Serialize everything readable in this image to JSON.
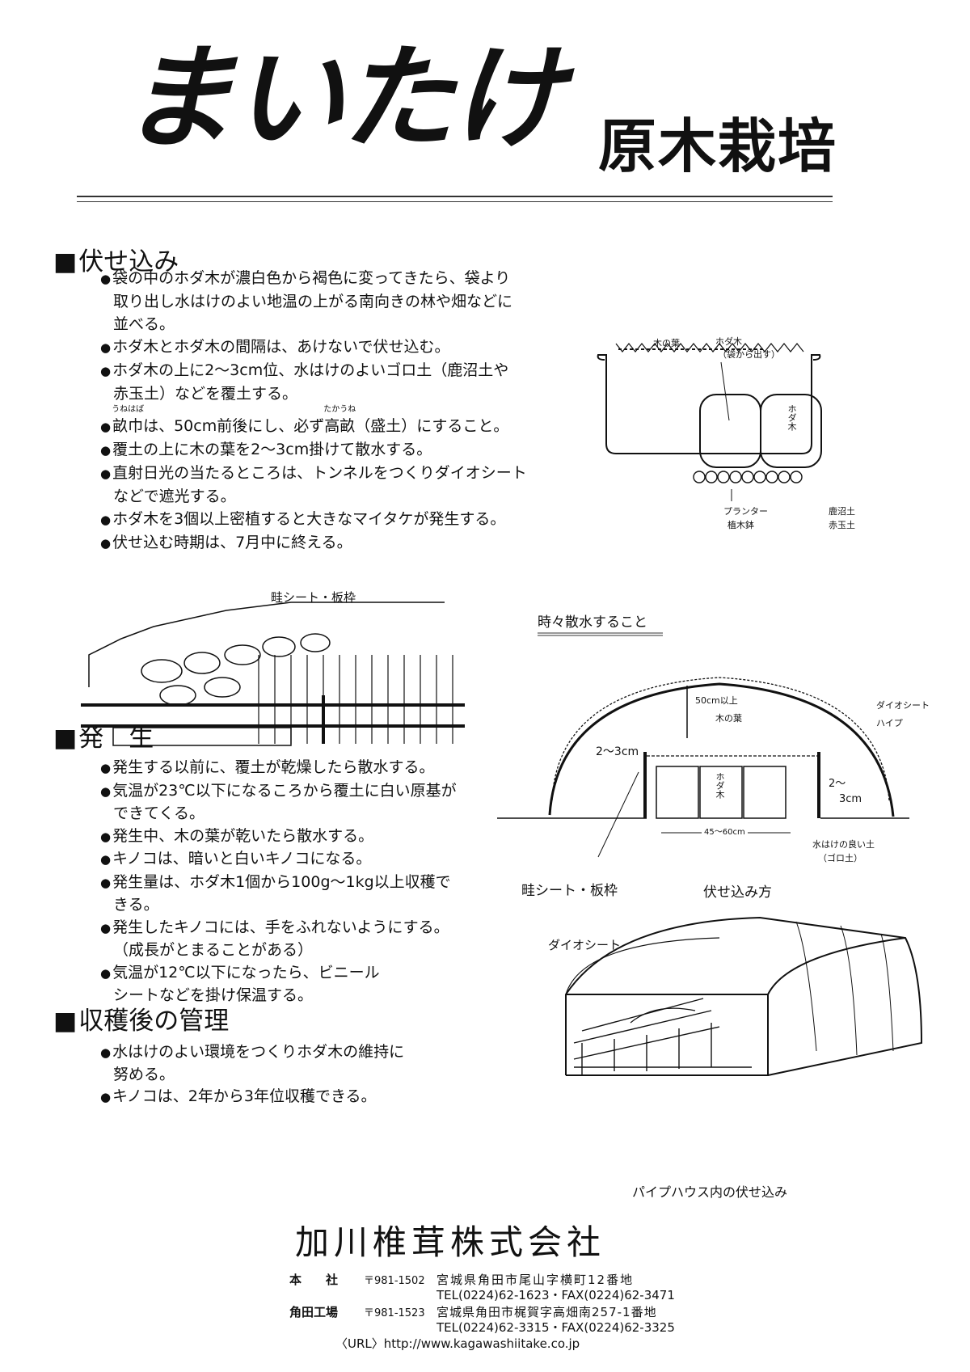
{
  "title": "まいたけ",
  "subtitle": "原木栽培",
  "sections": [
    {
      "heading": "伏せ込み",
      "items": [
        [
          "袋の中のホダ木が濃白色から褐色に変ってきたら、袋より",
          "取り出し水はけのよい地温の上がる南向きの林や畑などに",
          "並べる。"
        ],
        [
          "ホダ木とホダ木の間隔は、あけないで伏せ込む。"
        ],
        [
          "ホダ木の上に2～3cm位、水はけのよいゴロ土（鹿沼土や",
          "赤玉土）などを覆土する。"
        ],
        [
          "畝巾は、50cm前後にし、必ず高畝（盛土）にすること。"
        ],
        [
          "覆土の上に木の葉を2～3cm掛けて散水する。"
        ],
        [
          "直射日光の当たるところは、トンネルをつくりダイオシート",
          "などで遮光する。"
        ],
        [
          "ホダ木を3個以上密植すると大きなマイタケが発生する。"
        ],
        [
          "伏せ込む時期は、7月中に終える。"
        ]
      ],
      "ruby": [
        {
          "base": "畝巾",
          "reading": "うねはば"
        },
        {
          "base": "高畝",
          "reading": "たかうね"
        }
      ]
    },
    {
      "heading": "発　生",
      "items": [
        [
          "発生する以前に、覆土が乾燥したら散水する。"
        ],
        [
          "気温が23℃以下になるころから覆土に白い原基が",
          "できてくる。"
        ],
        [
          "発生中、木の葉が乾いたら散水する。"
        ],
        [
          "キノコは、暗いと白いキノコになる。"
        ],
        [
          "発生量は、ホダ木1個から100g～1kg以上収穫で",
          "きる。"
        ],
        [
          "発生したキノコには、手をふれないようにする。",
          "（成長がとまることがある）"
        ],
        [
          "気温が12℃以下になったら、ビニール",
          "シートなどを掛け保温する。"
        ]
      ]
    },
    {
      "heading": "収穫後の管理",
      "items": [
        [
          "水はけのよい環境をつくりホダ木の維持に",
          "努める。"
        ],
        [
          "キノコは、2年から3年位収穫できる。"
        ]
      ]
    }
  ],
  "figures": {
    "planter": {
      "leaves": "木の葉",
      "hodagi": "ホダ木",
      "hodagi_note": "（袋から出す）",
      "hodagi_inner": "ホダ木",
      "planter": "プランター",
      "pot": "植木鉢",
      "soil1": "鹿沼土",
      "soil2": "赤玉土"
    },
    "bed_caption": "畦シート・板枠",
    "water_note": "時々散水すること",
    "tunnel": {
      "height": "50cm以上",
      "leaves": "木の葉",
      "cover_left": "2～3cm",
      "cover_right_1": "2～",
      "cover_right_2": "3cm",
      "width": "45～60cm",
      "sheet": "ダイオシート",
      "pipe": "ハイプ",
      "soil1": "水はけの良い土",
      "soil2": "（ゴロ土）",
      "hodagi": "ホダ木"
    },
    "tunnel_caption_left": "畦シート・板枠",
    "tunnel_caption_right": "伏せ込み方",
    "house_label": "ダイオシート",
    "house_caption": "パイプハウス内の伏せ込み"
  },
  "company": {
    "name": "加川椎茸株式会社",
    "hq_label": "本　　社",
    "hq_zip": "〒981-1502",
    "hq_addr": "宮城県角田市尾山字横町12番地",
    "hq_tel": "TEL(0224)62-1623・FAX(0224)62-3471",
    "factory_label": "角田工場",
    "factory_zip": "〒981-1523",
    "factory_addr": "宮城県角田市梶賀字高畑南257-1番地",
    "factory_tel": "TEL(0224)62-3315・FAX(0224)62-3325",
    "url": "〈URL〉http://www.kagawashiitake.co.jp"
  }
}
